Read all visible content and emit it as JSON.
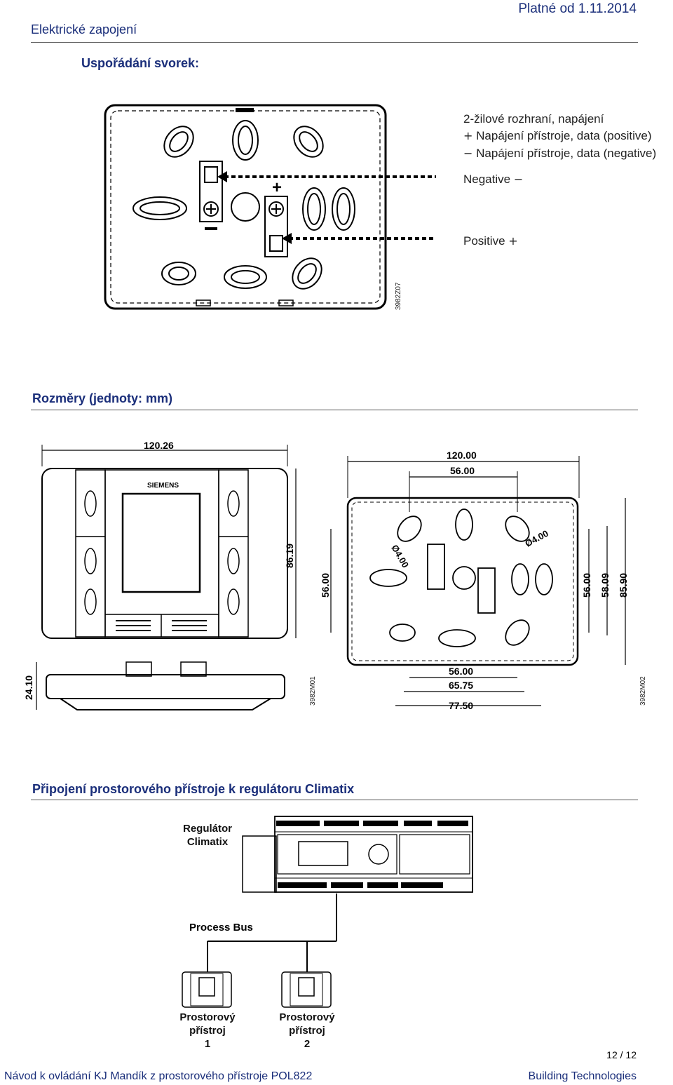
{
  "header": {
    "section_title": "Elektrické zapojení",
    "valid_from": "Platné od 1.11.2014"
  },
  "terminals": {
    "heading": "Uspořádání svorek:",
    "line1": "2-žilové rozhraní, napájení",
    "plus_symbol": "+",
    "plus_text": "Napájení přístroje, data (positive)",
    "minus_symbol": "−",
    "minus_text": "Napájení přístroje, data (negative)",
    "negative_label": "Negative",
    "negative_symbol": "−",
    "positive_label": "Positive",
    "positive_symbol": "+",
    "ref_code": "3982Z07"
  },
  "dimensions": {
    "heading": "Rozměry (jednoty: mm)",
    "front_width": "120.26",
    "front_height": "86.19",
    "side_depth": "24.10",
    "front_ref": "3982M01",
    "brand": "SIEMENS",
    "back_width_total": "120.00",
    "back_width_holes": "56.00",
    "back_left_height": "56.00",
    "back_hole_d1": "Ø4.00",
    "back_hole_d2": "Ø4.00",
    "back_right_h1": "56.00",
    "back_right_h2": "58.09",
    "back_right_h3": "85.90",
    "back_bottom_w1": "56.00",
    "back_bottom_w2": "65.75",
    "back_bottom_w3": "77.50",
    "back_ref": "3982M02"
  },
  "connection": {
    "heading": "Připojení prostorového přístroje k regulátoru Climatix",
    "controller_label_1": "Regulátor",
    "controller_label_2": "Climatix",
    "bus_label": "Process Bus",
    "device1_line1": "Prostorový",
    "device1_line2": "přístroj",
    "device1_line3": "1",
    "device2_line1": "Prostorový",
    "device2_line2": "přístroj",
    "device2_line3": "2"
  },
  "page_number": "12 / 12",
  "footer": {
    "left": "Návod k ovládání KJ Mandík z prostorového přístroje POL822",
    "right": "Building Technologies"
  }
}
